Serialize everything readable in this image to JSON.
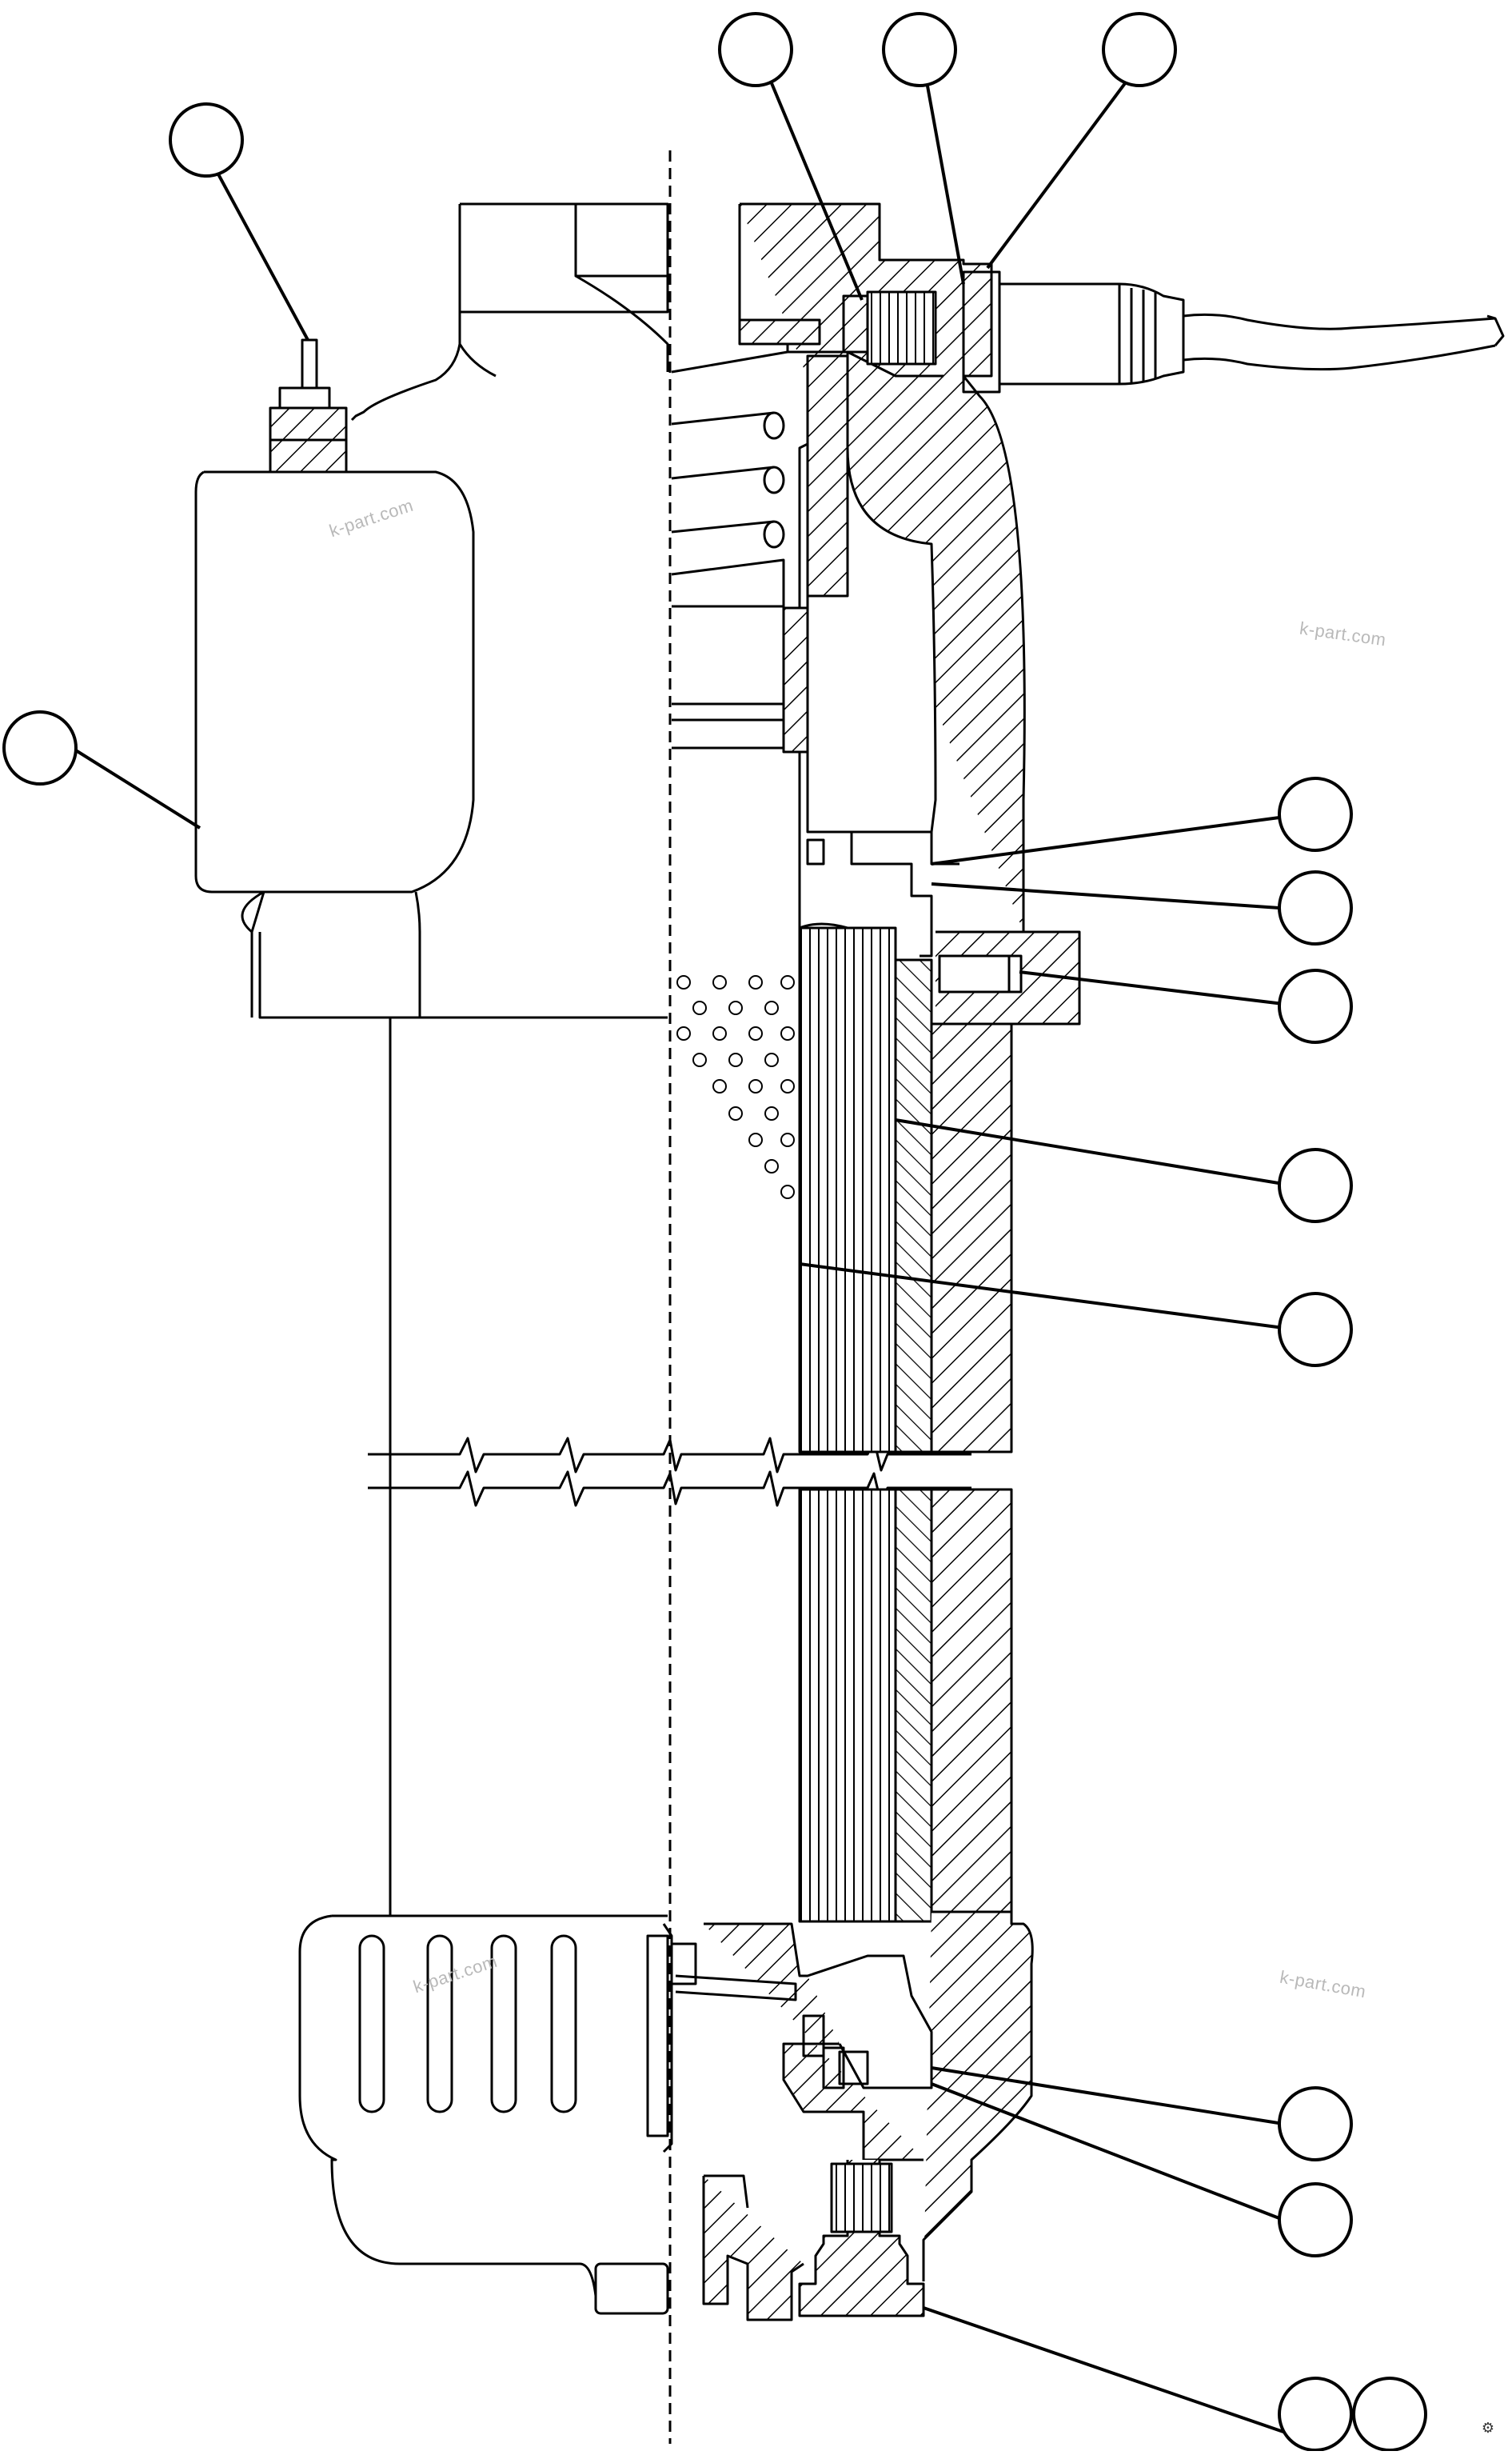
{
  "watermark": "k-part.com",
  "callouts": [
    {
      "id": "callout-1"
    },
    {
      "id": "callout-2"
    },
    {
      "id": "callout-3"
    },
    {
      "id": "callout-4"
    },
    {
      "id": "callout-5"
    },
    {
      "id": "callout-6"
    },
    {
      "id": "callout-7"
    },
    {
      "id": "callout-8"
    },
    {
      "id": "callout-9"
    },
    {
      "id": "callout-10"
    },
    {
      "id": "callout-11"
    },
    {
      "id": "callout-12"
    },
    {
      "id": "callout-13"
    },
    {
      "id": "callout-14"
    },
    {
      "id": "callout-15"
    }
  ],
  "corner_mark": "⚙"
}
